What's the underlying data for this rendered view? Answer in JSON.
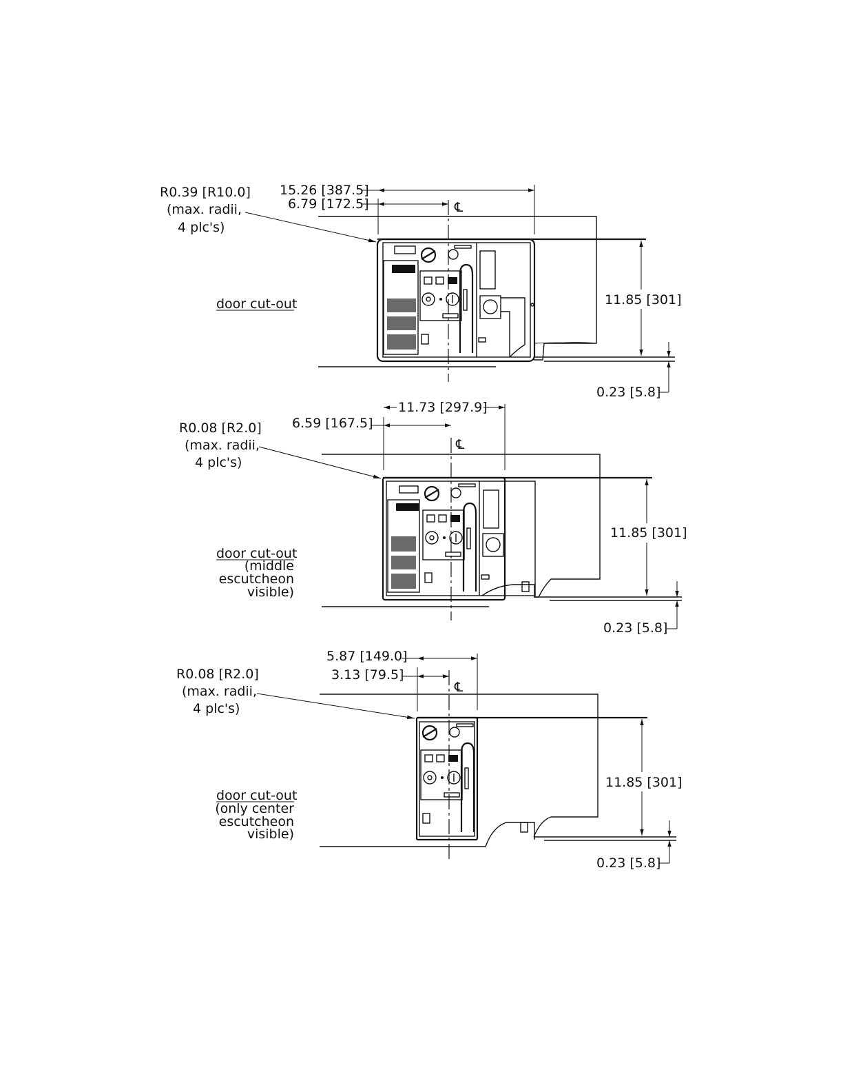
{
  "centerline_symbol": "℄",
  "views": [
    {
      "id": "full",
      "radius": {
        "line1": "R0.39 [R10.0]",
        "line2": "(max. radii,",
        "line3": "4 plc's)"
      },
      "label": {
        "line1": "door cut-out",
        "line2": "",
        "line3": "",
        "line4": ""
      },
      "overall_width": "15.26 [387.5]",
      "half_width": "6.79 [172.5]",
      "height": "11.85 [301]",
      "offset": "0.23 [5.8]"
    },
    {
      "id": "middle",
      "radius": {
        "line1": "R0.08 [R2.0]",
        "line2": "(max. radii,",
        "line3": "4 plc's)"
      },
      "label": {
        "line1": "door cut-out",
        "line2": "(middle",
        "line3": "escutcheon",
        "line4": "visible)"
      },
      "overall_width": "11.73 [297.9]",
      "half_width": "6.59 [167.5]",
      "height": "11.85 [301]",
      "offset": "0.23 [5.8]"
    },
    {
      "id": "center",
      "radius": {
        "line1": "R0.08 [R2.0]",
        "line2": "(max. radii,",
        "line3": "4 plc's)"
      },
      "label": {
        "line1": "door cut-out",
        "line2": "(only center",
        "line3": "escutcheon",
        "line4": "visible)"
      },
      "overall_width": "5.87 [149.0]",
      "half_width": "3.13 [79.5]",
      "height": "11.85 [301]",
      "offset": "0.23 [5.8]"
    }
  ]
}
